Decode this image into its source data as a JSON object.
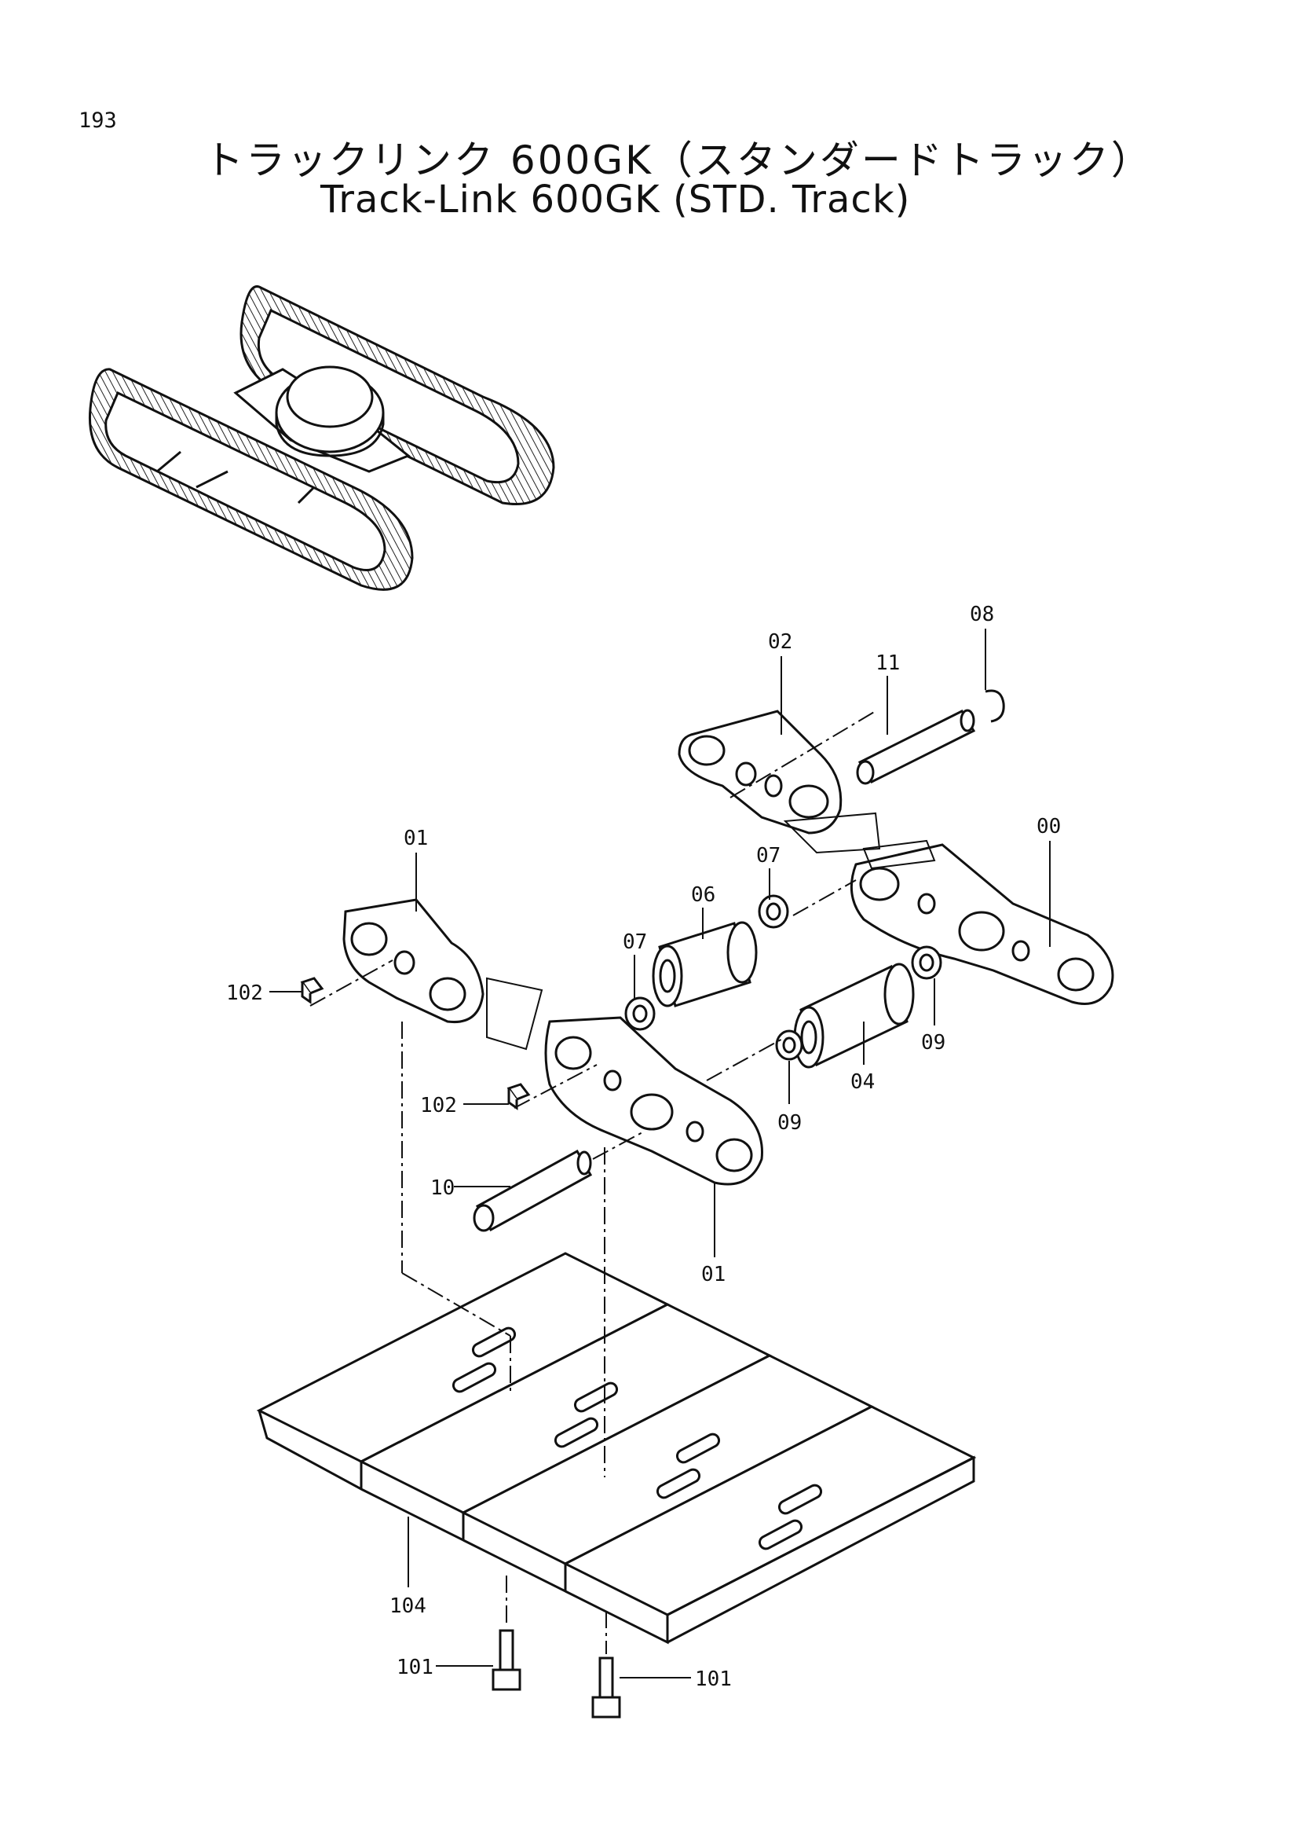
{
  "page_number": "193",
  "title_ja": "トラックリンク 600GK（スタンダードトラック）",
  "title_en": "Track-Link 600GK (STD. Track)",
  "callouts": {
    "c08": "08",
    "c02": "02",
    "c11": "11",
    "c01_top": "01",
    "c00": "00",
    "c07_right": "07",
    "c06": "06",
    "c07_left": "07",
    "c102_top": "102",
    "c09_right": "09",
    "c04": "04",
    "c102_mid": "102",
    "c09_mid": "09",
    "c10": "10",
    "c01_bottom": "01",
    "c104": "104",
    "c101_left": "101",
    "c101_right": "101"
  }
}
